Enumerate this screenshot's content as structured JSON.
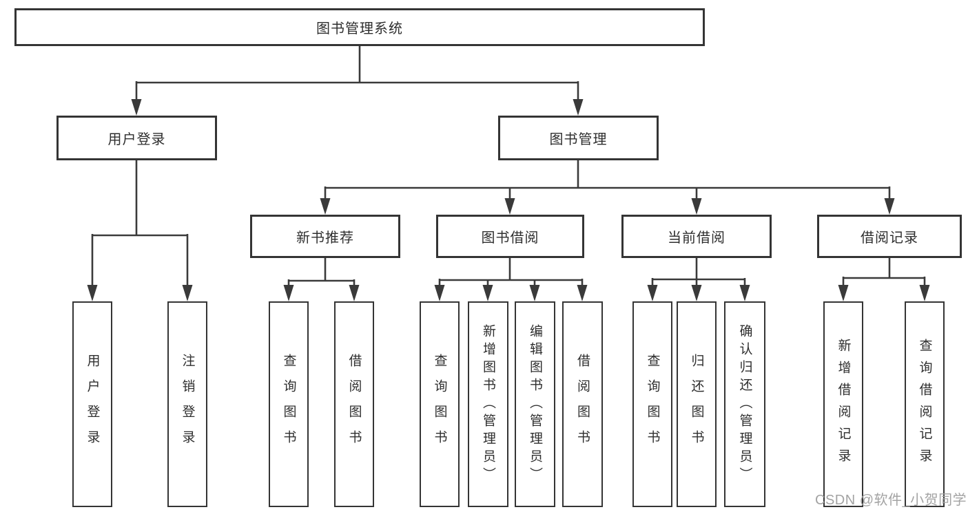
{
  "diagram": {
    "root": {
      "label": "图书管理系统"
    },
    "level2": [
      {
        "id": "user-login",
        "label": "用户登录"
      },
      {
        "id": "book-management",
        "label": "图书管理"
      }
    ],
    "level3": [
      {
        "id": "new-book-recommendation",
        "label": "新书推荐"
      },
      {
        "id": "book-borrowing",
        "label": "图书借阅"
      },
      {
        "id": "current-borrowing",
        "label": "当前借阅"
      },
      {
        "id": "borrowing-records",
        "label": "借阅记录"
      }
    ],
    "leaves": [
      {
        "parent": "用户登录",
        "label": "用户登录"
      },
      {
        "parent": "用户登录",
        "label": "注销登录"
      },
      {
        "parent": "新书推荐",
        "label": "查询图书"
      },
      {
        "parent": "新书推荐",
        "label": "借阅图书"
      },
      {
        "parent": "图书借阅",
        "label": "查询图书"
      },
      {
        "parent": "图书借阅",
        "label": "新增图书（管理员）"
      },
      {
        "parent": "图书借阅",
        "label": "编辑图书（管理员）"
      },
      {
        "parent": "图书借阅",
        "label": "借阅图书"
      },
      {
        "parent": "当前借阅",
        "label": "查询图书"
      },
      {
        "parent": "当前借阅",
        "label": "归还图书"
      },
      {
        "parent": "当前借阅",
        "label": "确认归还（管理员）"
      },
      {
        "parent": "借阅记录",
        "label": "新增借阅记录"
      },
      {
        "parent": "借阅记录",
        "label": "查询借阅记录"
      }
    ]
  },
  "watermark": {
    "text": "CSDN @软件_小贺同学"
  },
  "colors": {
    "background": "#ffffff",
    "line": "#3a3a3a",
    "border": "#343434",
    "text": "#2e2e2e",
    "watermark": "#a3a3a3"
  }
}
